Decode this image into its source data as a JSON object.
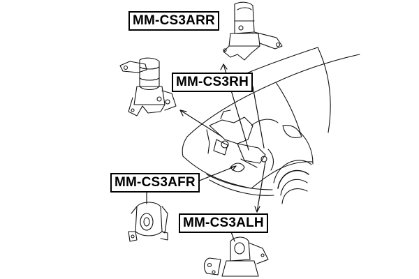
{
  "labels": {
    "arr": "MM-CS3ARR",
    "rh": "MM-CS3RH",
    "afr": "MM-CS3AFR",
    "alh": "MM-CS3ALH"
  }
}
